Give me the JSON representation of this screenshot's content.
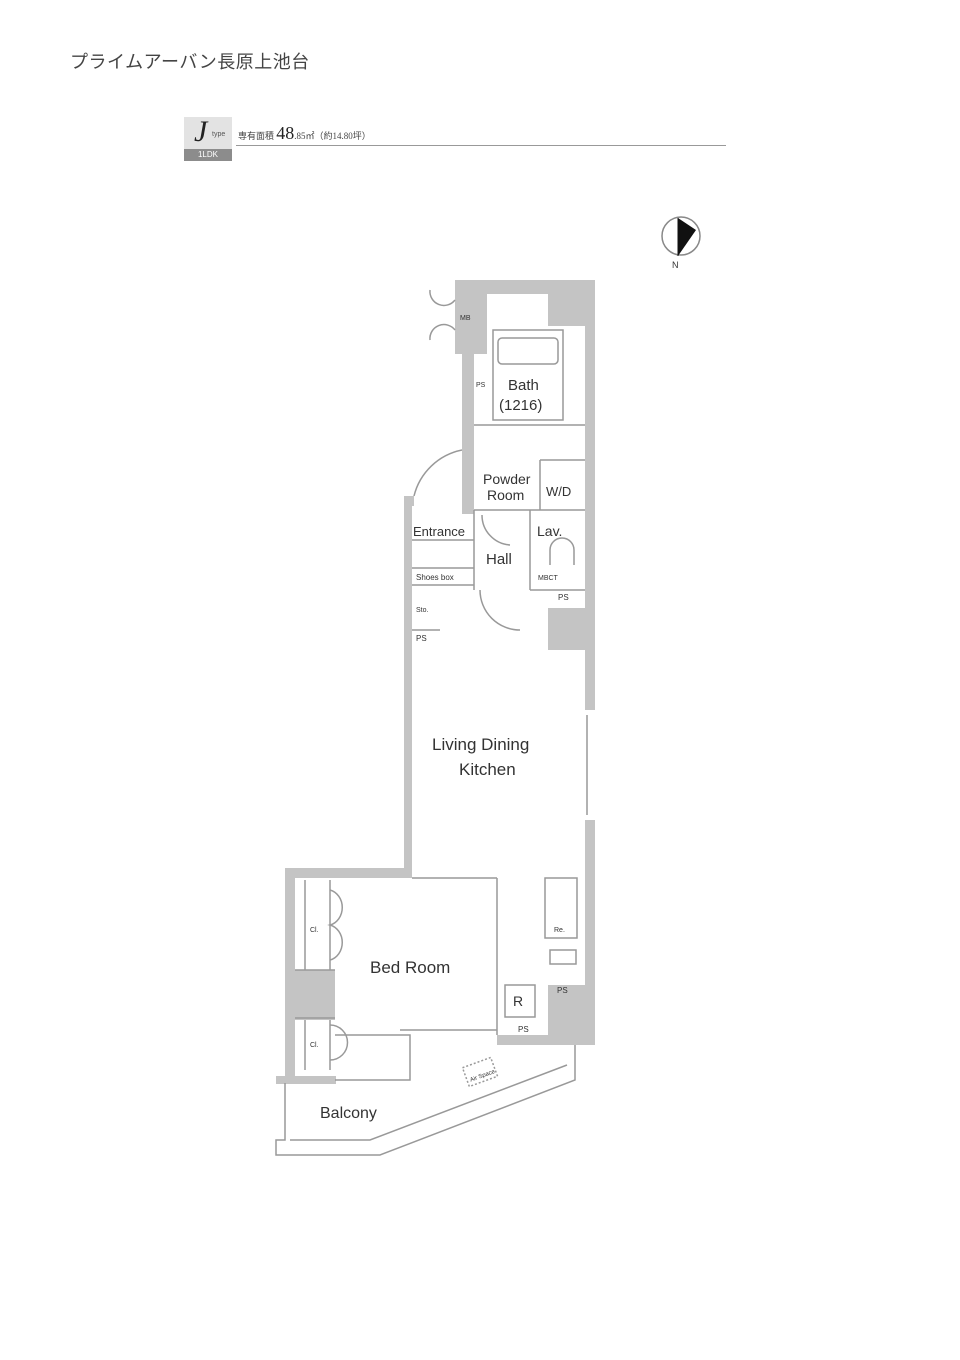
{
  "header": {
    "property_name": "プライムアーバン長原上池台",
    "type_letter": "J",
    "type_sub": "type",
    "layout_code": "1LDK",
    "area_label": "専有面積",
    "area_value": "48",
    "area_suffix": ".85㎡（約14.80坪）"
  },
  "compass": {
    "label": "N"
  },
  "rooms": {
    "bath": "Bath",
    "bath_size": "(1216)",
    "powder_room_1": "Powder",
    "powder_room_2": "Room",
    "wd": "W/D",
    "entrance": "Entrance",
    "hall": "Hall",
    "lav": "Lav.",
    "shoes_box": "Shoes box",
    "ldk_1": "Living Dining",
    "ldk_2": "Kitchen",
    "bed_room": "Bed Room",
    "balcony": "Balcony"
  },
  "fixtures": {
    "mb": "MB",
    "ps": "PS",
    "sto": "Sto.",
    "cl": "Cl.",
    "r": "R",
    "re": "Re.",
    "mbct": "MBCT",
    "air_space": "Air Space"
  }
}
